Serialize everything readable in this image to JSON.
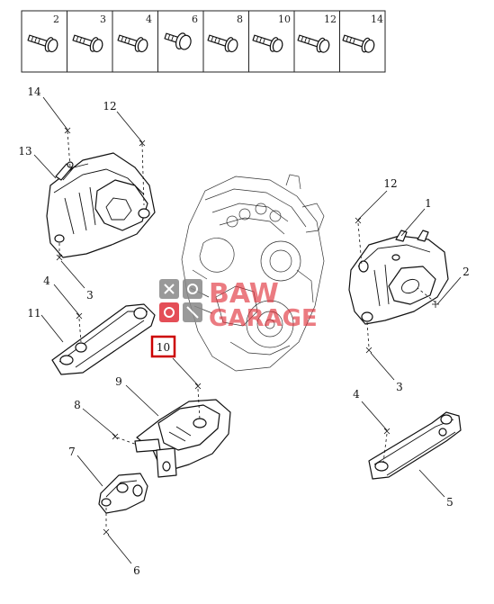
{
  "bolt_table": {
    "numbers": [
      "2",
      "3",
      "4",
      "6",
      "8",
      "10",
      "12",
      "14"
    ]
  },
  "callouts": {
    "c14_top": "14",
    "c12_top": "12",
    "c13": "13",
    "c3_left": "3",
    "c4_left": "4",
    "c11": "11",
    "c10": "10",
    "c9": "9",
    "c8": "8",
    "c7": "7",
    "c6": "6",
    "c12_right": "12",
    "c1": "1",
    "c2": "2",
    "c3_right": "3",
    "c4_right": "4",
    "c5": "5"
  },
  "watermark": {
    "line1": "BAW",
    "line2": "GARAGE",
    "color": "#e0303a"
  },
  "highlight_color": "#cc0000"
}
